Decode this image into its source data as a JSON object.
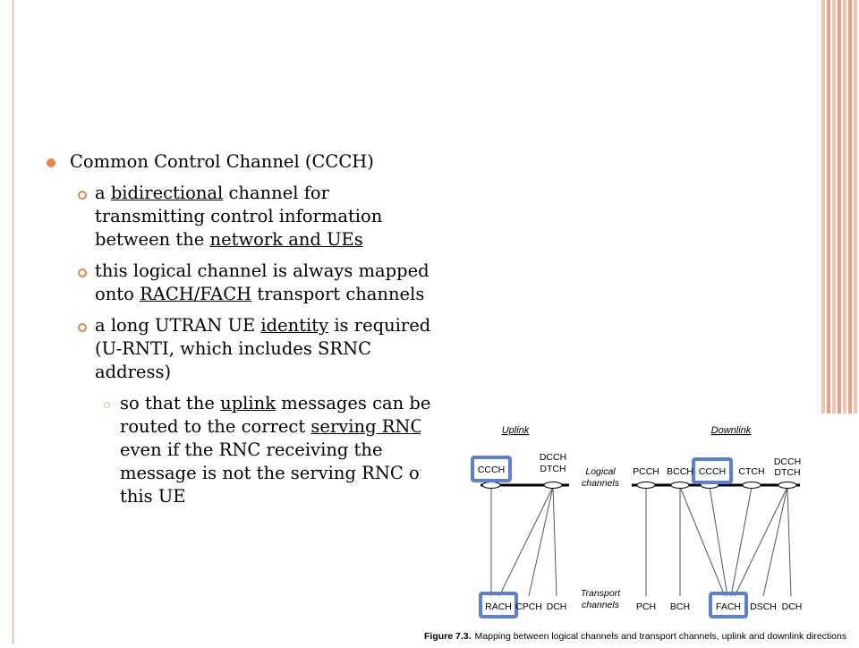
{
  "slide": {
    "bullet": "Common Control Channel (CCCH)",
    "sub1": {
      "t1": "a ",
      "u1": "bidirectional",
      "t2": " channel for transmitting control information between the ",
      "u2": "network and UEs"
    },
    "sub2": {
      "t1": "this logical channel is always mapped onto ",
      "u1": "RACH/FACH",
      "t2": " transport channels"
    },
    "sub3": {
      "t1": "a long UTRAN UE ",
      "u1": "identity",
      "t2": " is required (U-RNTI, which includes SRNC address)"
    },
    "sub3a": {
      "t1": "so that the ",
      "u1": "uplink",
      "t2": " messages can be routed to the correct ",
      "u2": "serving RNC",
      "t3": " even if the RNC receiving the message is not the serving RNC of this UE"
    }
  },
  "figure": {
    "uplink_title": "Uplink",
    "downlink_title": "Downlink",
    "logical_label": [
      "Logical",
      "channels"
    ],
    "transport_label": [
      "Transport",
      "channels"
    ],
    "uplink_logical": [
      "CCCH",
      "DCCH",
      "DTCH"
    ],
    "uplink_transport": [
      "RACH",
      "CPCH",
      "DCH"
    ],
    "downlink_logical": [
      "PCCH",
      "BCCH",
      "CCCH",
      "CTCH",
      "DCCH",
      "DTCH"
    ],
    "downlink_transport": [
      "PCH",
      "BCH",
      "FACH",
      "DSCH",
      "DCH"
    ],
    "caption_bold": "Figure 7.3.",
    "caption_text": "Mapping between logical channels and transport channels, uplink and downlink directions"
  },
  "colors": {
    "accent": "#e8824f",
    "highlight": "#5b7fd6",
    "stripe": "#eb9c83"
  }
}
